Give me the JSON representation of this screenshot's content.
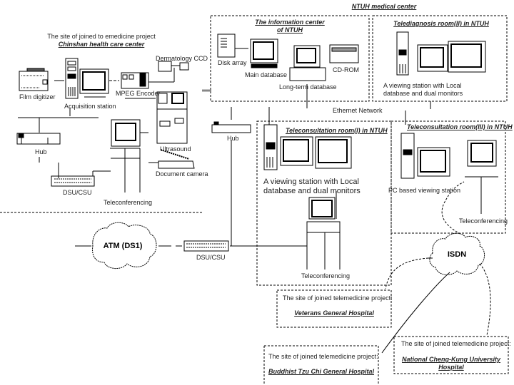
{
  "diagram": {
    "header": "NTUH medical center",
    "chinshan": {
      "caption": "The site of joined to emedicine project",
      "title": "Chinshan health care center",
      "devices": {
        "film_digitizer": "Film digitizer",
        "acquisition_station": "Acquisition station",
        "mpeg_encoder": "MPEG Encoder",
        "dermatology_ccd": "Dermatology CCD",
        "ultrasound": "Ultrasound",
        "document_camera": "Document camera",
        "hub": "Hub",
        "dsu_csu": "DSU/CSU",
        "teleconferencing": "Teleconferencing"
      }
    },
    "info_center": {
      "title_line1": "The information center",
      "title_line2": "of NTUH",
      "disk_array": "Disk array",
      "main_database": "Main database",
      "long_term_database": "Long-term database",
      "cd_rom": "CD-ROM"
    },
    "telediagnosis": {
      "title": "Telediagnosis room(II) in NTUH",
      "caption_line1": "A viewing station with Local",
      "caption_line2": "database and dual monitors"
    },
    "ethernet": "Ethernet Network",
    "ntuh_hub": "Hub",
    "teleconsult1": {
      "title": "Teleconsultation room(I) in NTUH",
      "caption_line1": "A viewing station with Local",
      "caption_line2": "database and dual monitors",
      "teleconferencing": "Teleconferencing"
    },
    "teleconsult3": {
      "title": "Teleconsultation room(III) in NTUH",
      "pc_station": "PC based viewing station",
      "teleconferencing": "Teleconferencing"
    },
    "atm": "ATM (DS1)",
    "dsu_csu": "DSU/CSU",
    "isdn": "ISDN",
    "sites": [
      {
        "caption": "The site of joined telemedicine project:",
        "name": "Veterans General Hospital"
      },
      {
        "caption": "The site of joined telemedicine project:",
        "name": "Buddhist Tzu Chi General Hospital"
      },
      {
        "caption": "The site of joined telemedicine project:",
        "name_line1": "National Cheng-Kung University",
        "name_line2": "Hospital"
      }
    ]
  }
}
